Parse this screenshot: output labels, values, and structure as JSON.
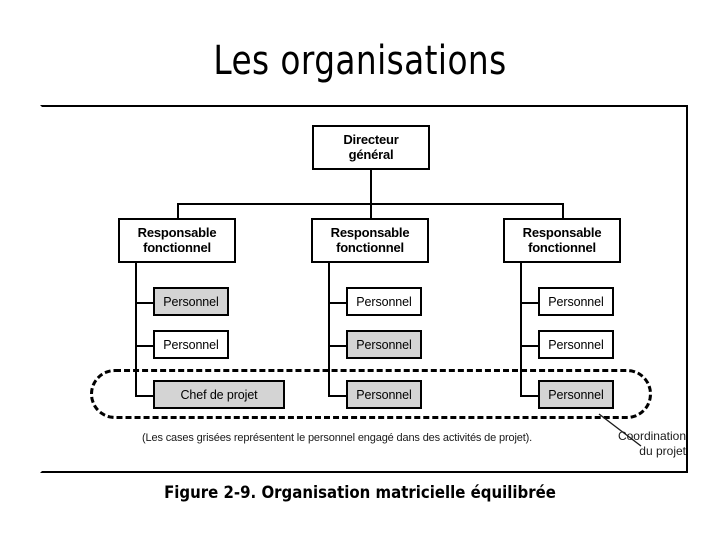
{
  "slide": {
    "title": "Les organisations",
    "figure_caption": "Figure 2-9. Organisation matricielle équilibrée"
  },
  "org_chart": {
    "root": {
      "label": "Directeur\ngénéral",
      "line1": "Directeur",
      "line2": "général",
      "shaded": false
    },
    "managers": [
      {
        "line1": "Responsable",
        "line2": "fonctionnel",
        "shaded": false
      },
      {
        "line1": "Responsable",
        "line2": "fonctionnel",
        "shaded": false
      },
      {
        "line1": "Responsable",
        "line2": "fonctionnel",
        "shaded": false
      }
    ],
    "columns": [
      {
        "column_index": 0,
        "staff": [
          {
            "label": "Personnel",
            "shaded": true
          },
          {
            "label": "Personnel",
            "shaded": false
          },
          {
            "label": "Chef de projet",
            "shaded": true
          }
        ]
      },
      {
        "column_index": 1,
        "staff": [
          {
            "label": "Personnel",
            "shaded": false
          },
          {
            "label": "Personnel",
            "shaded": true
          },
          {
            "label": "Personnel",
            "shaded": true
          }
        ]
      },
      {
        "column_index": 2,
        "staff": [
          {
            "label": "Personnel",
            "shaded": false
          },
          {
            "label": "Personnel",
            "shaded": false
          },
          {
            "label": "Personnel",
            "shaded": true
          }
        ]
      }
    ],
    "annotations": {
      "legend_note": "(Les cases grisées représentent le personnel engagé dans des activités de projet).",
      "coordination_label_line1": "Coordination",
      "coordination_label_line2": "du projet"
    }
  },
  "colors": {
    "shaded_fill": "#d4d4d4",
    "box_fill": "#ffffff",
    "stroke": "#000000",
    "background": "#ffffff"
  }
}
